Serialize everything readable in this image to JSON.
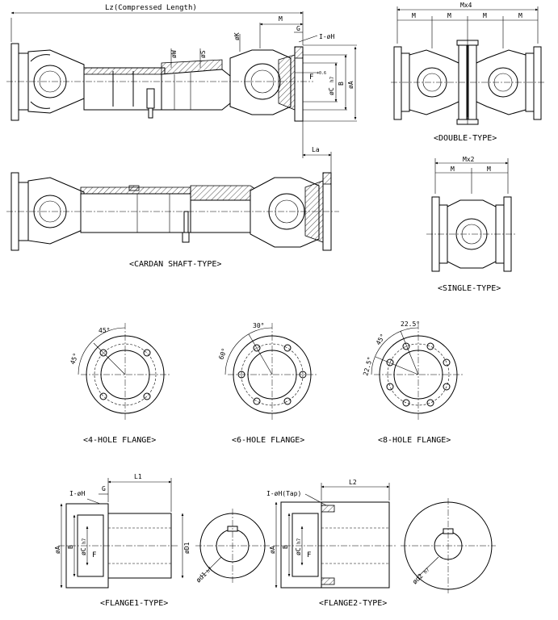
{
  "captions": {
    "double_type": "<DOUBLE-TYPE>",
    "single_type": "<SINGLE-TYPE>",
    "cardan_shaft_type": "<CARDAN SHAFT-TYPE>",
    "flange_4_hole": "<4-HOLE FLANGE>",
    "flange_6_hole": "<6-HOLE FLANGE>",
    "flange_8_hole": "<8-HOLE FLANGE>",
    "flange1_type": "<FLANGE1-TYPE>",
    "flange2_type": "<FLANGE2-TYPE>"
  },
  "dimensions": {
    "lz": "Lz(Compressed Length)",
    "m": "M",
    "g": "G",
    "k": "øK",
    "w": "øW",
    "s": "øS",
    "holes": "I-øH",
    "f": "F",
    "f_tol": "+0.6",
    "c": "øC",
    "c_tol": "h7",
    "b": "B",
    "a": "øA",
    "la": "La",
    "m_x4": "Mx4",
    "m_x2": "Mx2",
    "l1": "L1",
    "l2": "L2",
    "d1": "øD1",
    "d1_small": "ød1",
    "d2_small": "ød2",
    "holes_tap": "I-øH(Tap)",
    "angle_45": "45°",
    "angle_30": "30°",
    "angle_60": "60°",
    "angle_22_5": "22.5°"
  },
  "colors": {
    "line": "#000000",
    "background": "#ffffff"
  }
}
